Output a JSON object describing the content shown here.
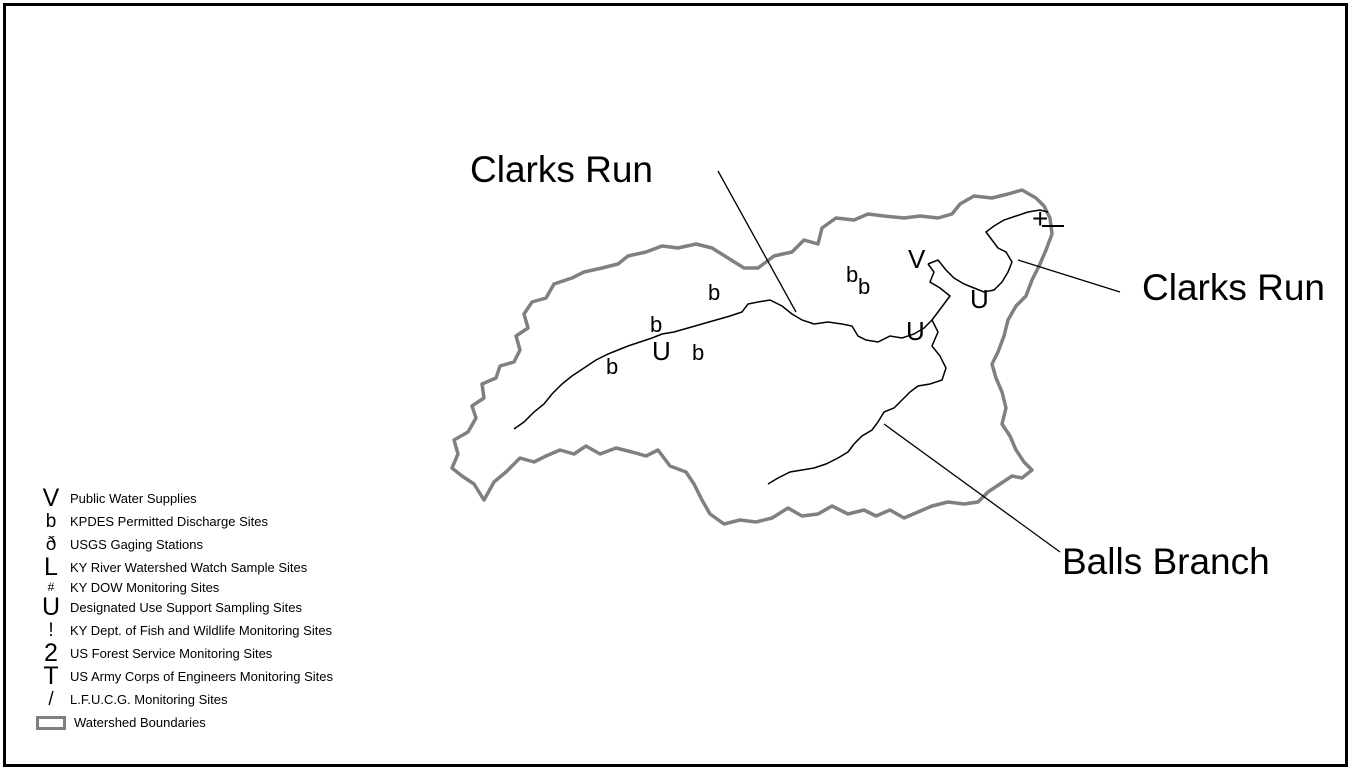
{
  "labels": {
    "clarks_run_upper": "Clarks Run",
    "clarks_run_right": "Clarks Run",
    "balls_branch": "Balls Branch"
  },
  "map_symbols": {
    "kpdes": "b",
    "designated_use": "U",
    "public_water": "V",
    "watch_site": "+"
  },
  "legend": {
    "items": [
      {
        "symbol": "V",
        "label": "Public Water Supplies"
      },
      {
        "symbol": "b",
        "label": "KPDES Permitted Discharge Sites"
      },
      {
        "symbol": "ð",
        "label": "USGS Gaging Stations"
      },
      {
        "symbol": "L",
        "label": "KY River Watershed Watch Sample Sites"
      },
      {
        "symbol": "#",
        "label": "KY DOW Monitoring Sites"
      },
      {
        "symbol": "U",
        "label": "Designated Use Support Sampling Sites"
      },
      {
        "symbol": "!",
        "label": "KY Dept. of Fish and Wildlife Monitoring Sites"
      },
      {
        "symbol": "2",
        "label": "US Forest Service Monitoring Sites"
      },
      {
        "symbol": "T",
        "label": "US Army Corps of Engineers Monitoring Sites"
      },
      {
        "symbol": "/",
        "label": "L.F.U.C.G. Monitoring Sites"
      },
      {
        "symbol": "",
        "label": "Watershed Boundaries"
      }
    ]
  },
  "colors": {
    "boundary": "#808080",
    "stream": "#000000",
    "frame": "#000000"
  }
}
